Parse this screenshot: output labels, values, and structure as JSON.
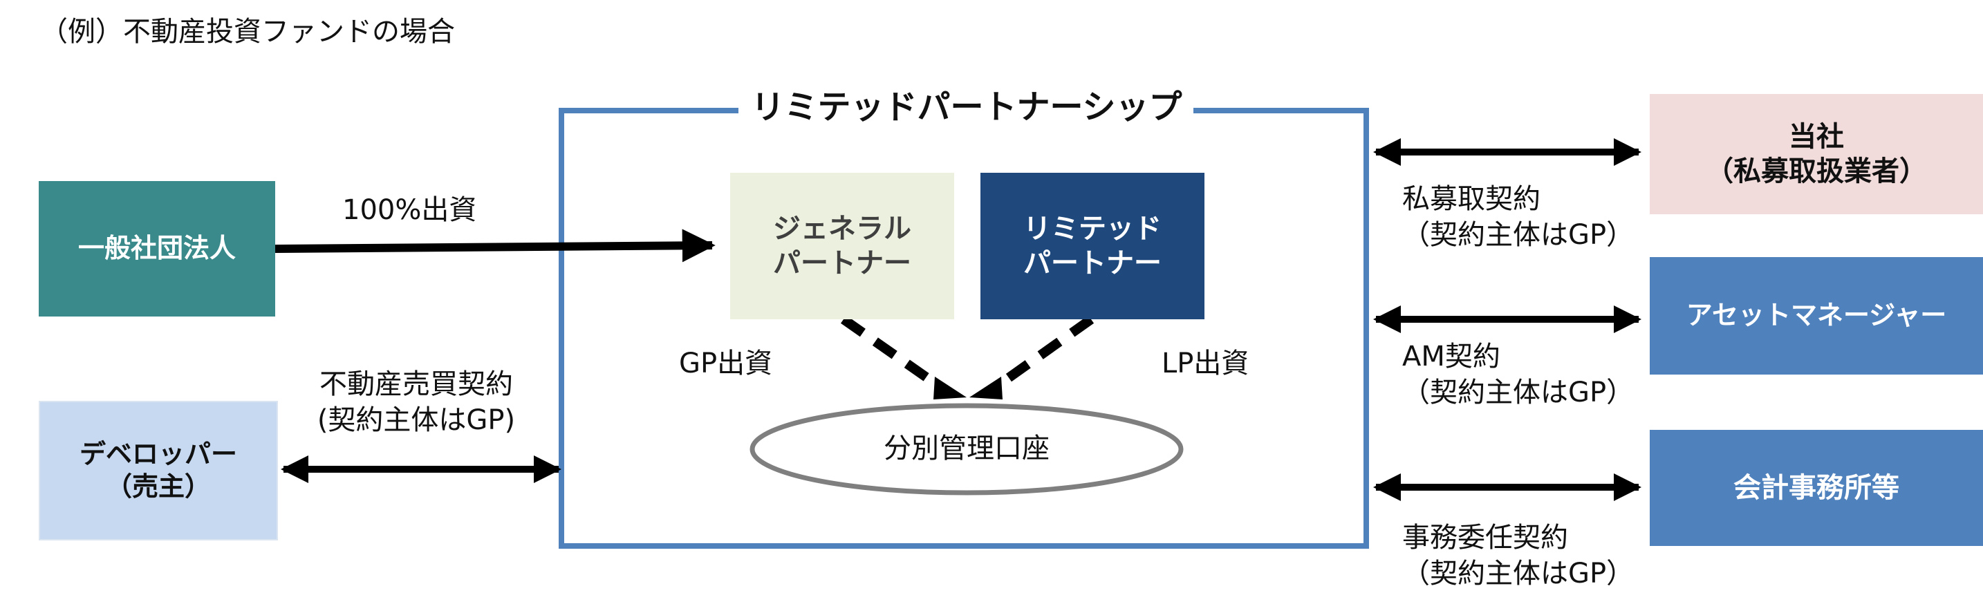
{
  "caption": "（例）不動産投資ファンドの場合",
  "lps_title": "リミテッドパートナーシップ",
  "nodes": {
    "general_association": "一般社団法人",
    "developer": "デベロッパー\n（売主）",
    "general_partner": "ジェネラル\nパートナー",
    "limited_partner": "リミテッド\nパートナー",
    "separate_account": "分別管理口座",
    "company": "当社\n（私募取扱業者）",
    "asset_manager": "アセットマネージャー",
    "accounting_firm": "会計事務所等"
  },
  "edge_labels": {
    "investment_100": "100%出資",
    "real_estate_sale": "不動産売買契約\n(契約主体はGP)",
    "gp_investment": "GP出資",
    "lp_investment": "LP出資",
    "private_placement": "私募取契約\n（契約主体はGP）",
    "am_contract": "AM契約\n（契約主体はGP）",
    "office_contract": "事務委任契約\n（契約主体はGP）"
  },
  "colors": {
    "teal": "#3a8a8c",
    "light_blue": "#c6d9f1",
    "light_green": "#ebf1de",
    "navy": "#1f497d",
    "pink": "#f2dcdb",
    "steel_blue": "#4f81bd",
    "frame": "#4f81bd"
  }
}
